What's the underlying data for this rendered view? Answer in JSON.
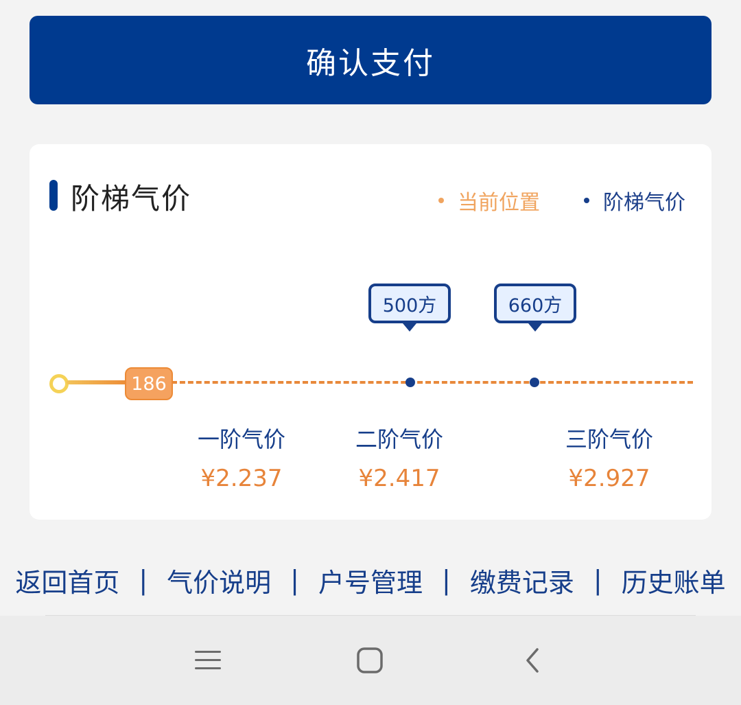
{
  "pay_button": {
    "label": "确认支付"
  },
  "tier_card": {
    "title": "阶梯气价",
    "legend": {
      "current": "当前位置",
      "tier": "阶梯气价"
    },
    "current_usage": "186",
    "thresholds": [
      "500方",
      "660方"
    ],
    "tiers": [
      {
        "label": "一阶气价",
        "price": "¥2.237"
      },
      {
        "label": "二阶气价",
        "price": "¥2.417"
      },
      {
        "label": "三阶气价",
        "price": "¥2.927"
      }
    ]
  },
  "footer": {
    "links": [
      "返回首页",
      "气价说明",
      "户号管理",
      "缴费记录",
      "历史账单"
    ],
    "separator": "|"
  },
  "nav_bar": {
    "icons": [
      "menu-icon",
      "home-icon",
      "back-icon"
    ]
  },
  "colors": {
    "primary": "#003a8f",
    "accent_orange": "#e8893b",
    "legend_orange": "#f0a45f",
    "text_blue": "#163e8a"
  }
}
